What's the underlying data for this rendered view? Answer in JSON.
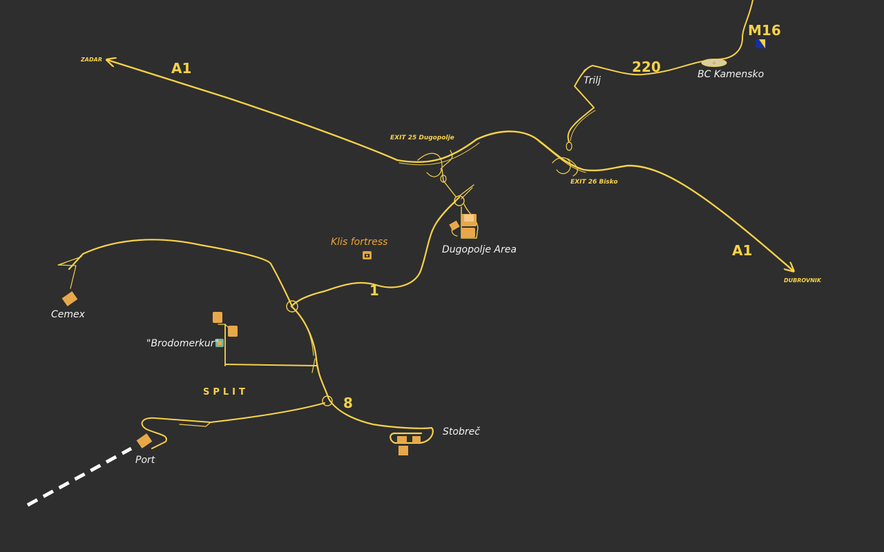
{
  "colors": {
    "background": "#2e2e2e",
    "road": "#f7d24a",
    "place_text": "#f2f2f2",
    "poi_text": "#e9a53a",
    "company_lot": "#e8a84a",
    "ferry_line": "#ffffff"
  },
  "roads": {
    "a1_north": "A1",
    "a1_south": "A1",
    "m16": "M16",
    "r220": "220",
    "r1": "1",
    "r8": "8"
  },
  "destinations": {
    "zadar": "ZADAR",
    "dubrovnik": "DUBROVNIK"
  },
  "exits": {
    "exit25": "EXIT 25 Dugopolje",
    "exit26": "EXIT 26 Bisko"
  },
  "places": {
    "bc_kamensko": "BC Kamensko",
    "trilj": "Trilj",
    "dugopolje_area": "Dugopolje Area",
    "cemex": "Cemex",
    "brodomerkur": "\"Brodomerkur\"",
    "stobrec": "Stobreč",
    "port": "Port"
  },
  "poi": {
    "klis": "Klis fortress"
  },
  "city": {
    "split": "SPLIT"
  },
  "icons": [
    "border-crossing-icon",
    "country-flag-icon",
    "viewpoint-icon",
    "company-depot-icon",
    "ferry-route-icon"
  ]
}
